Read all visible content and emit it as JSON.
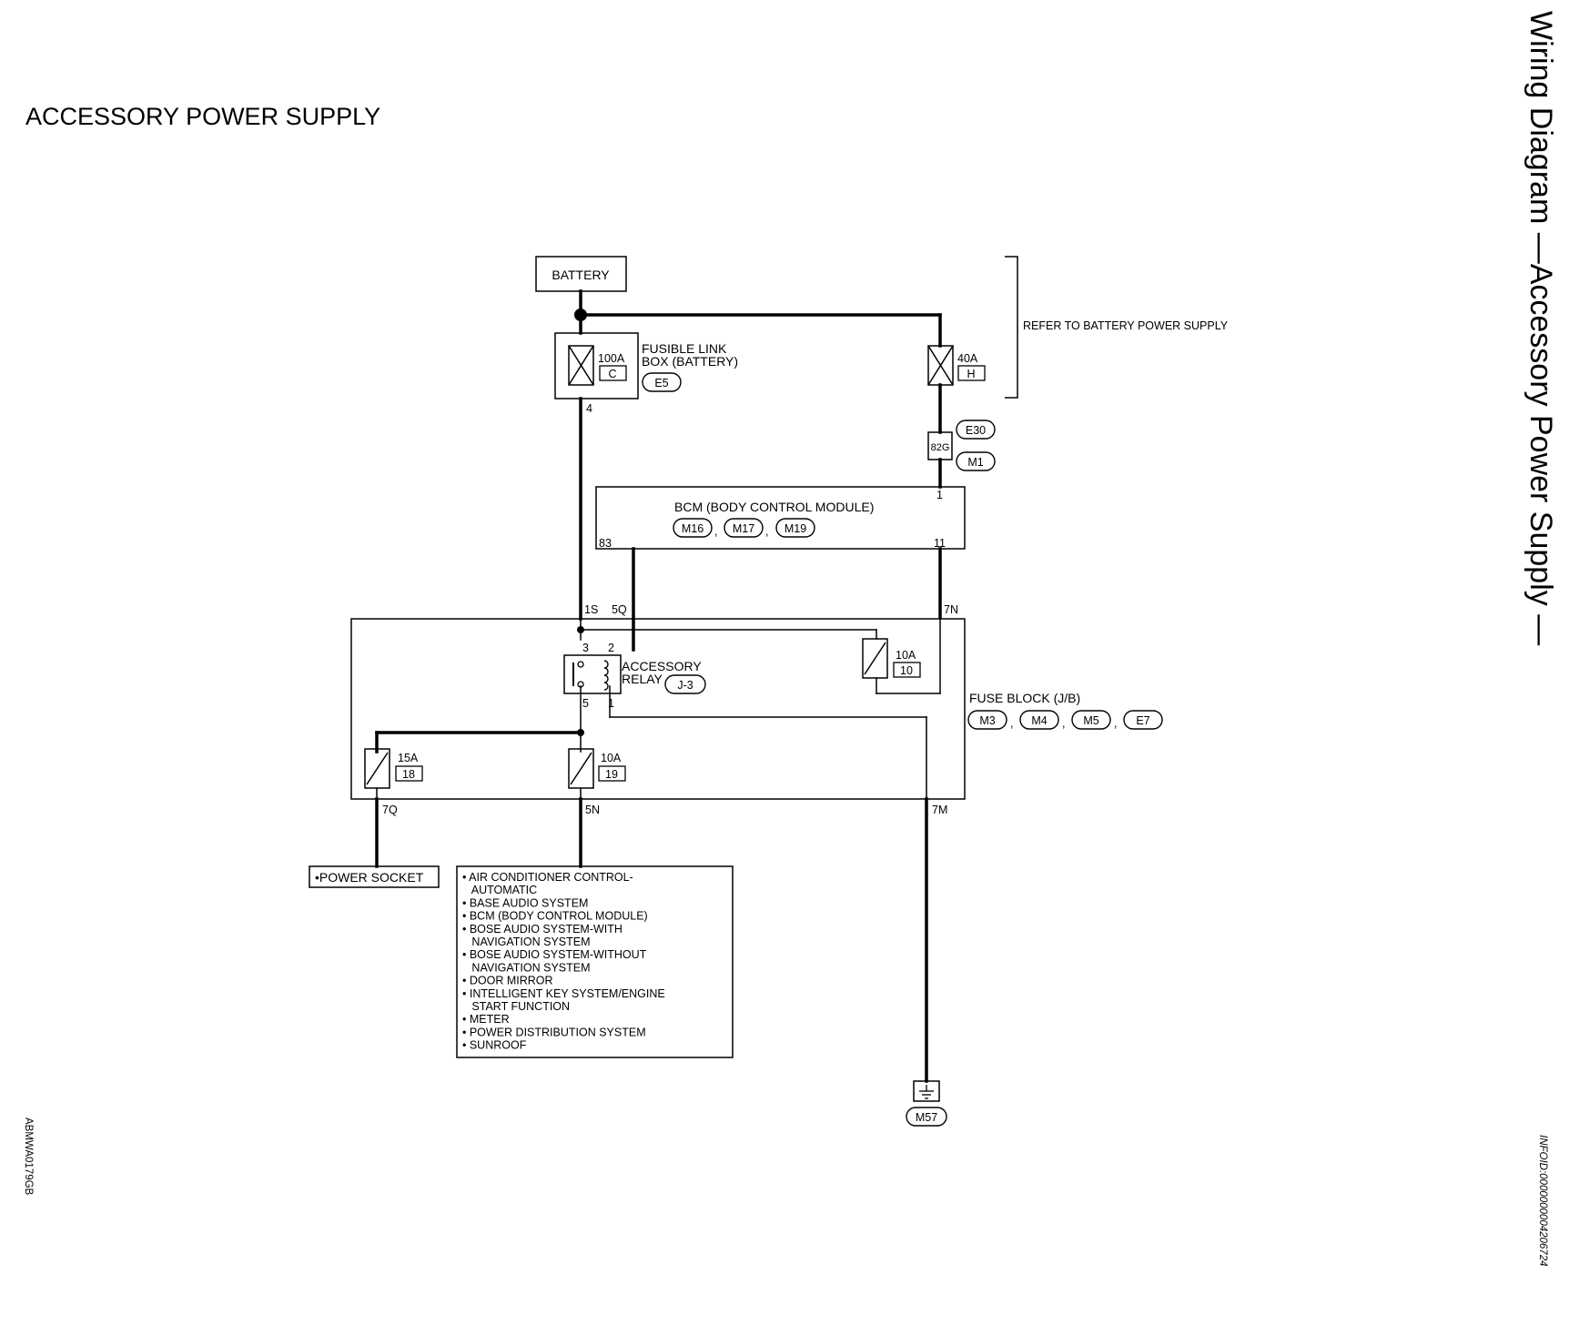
{
  "page_title": "ACCESSORY POWER SUPPLY",
  "side_title": "Wiring Diagram —Accessory Power Supply —",
  "ref_code": "ABMWA0179GB",
  "info_id": "INFOID:0000000004206724",
  "battery": "BATTERY",
  "refer_note": "REFER TO BATTERY POWER SUPPLY",
  "fusible_link": {
    "label_line1": "FUSIBLE LINK",
    "label_line2": "BOX (BATTERY)",
    "connector": "E5",
    "fuse_rating": "100A",
    "fuse_id": "C",
    "terminal": "4"
  },
  "fuse_40a": {
    "rating": "40A",
    "id": "H"
  },
  "harness_connector": {
    "code": "82G",
    "top": "E30",
    "bottom": "M1"
  },
  "bcm": {
    "label": "BCM (BODY CONTROL MODULE)",
    "connectors": [
      "M16",
      "M17",
      "M19"
    ],
    "sep": ",",
    "terminal_in": "1",
    "terminal_83": "83",
    "terminal_11": "11"
  },
  "fuse_block": {
    "label": "FUSE BLOCK (J/B)",
    "connectors": [
      "M3",
      "M4",
      "M5",
      "E7"
    ],
    "sep": ",",
    "term_1s": "1S",
    "term_5q": "5Q",
    "term_7n": "7N",
    "term_7q": "7Q",
    "term_5n": "5N",
    "term_7m": "7M"
  },
  "relay": {
    "label_line1": "ACCESSORY",
    "label_line2": "RELAY",
    "connector": "J-3",
    "pin3": "3",
    "pin2": "2",
    "pin5": "5",
    "pin1": "1"
  },
  "fuse_10": {
    "rating": "10A",
    "id": "10"
  },
  "fuse_18": {
    "rating": "15A",
    "id": "18"
  },
  "fuse_19": {
    "rating": "10A",
    "id": "19"
  },
  "power_socket": "•POWER SOCKET",
  "loads": [
    "• AIR CONDITIONER CONTROL-",
    "   AUTOMATIC",
    "• BASE AUDIO SYSTEM",
    "• BCM (BODY CONTROL MODULE)",
    "• BOSE AUDIO SYSTEM-WITH",
    "   NAVIGATION SYSTEM",
    "• BOSE AUDIO SYSTEM-WITHOUT",
    "   NAVIGATION SYSTEM",
    "• DOOR MIRROR",
    "• INTELLIGENT KEY SYSTEM/ENGINE",
    "   START FUNCTION",
    "• METER",
    "• POWER DISTRIBUTION SYSTEM",
    "• SUNROOF"
  ],
  "ground": "M57"
}
